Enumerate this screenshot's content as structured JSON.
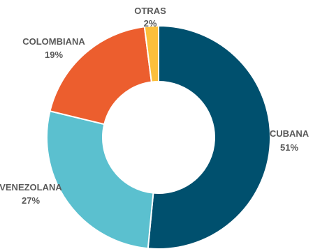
{
  "chart_data": {
    "type": "pie",
    "donut": true,
    "categories": [
      "CUBANA",
      "VENEZOLANA",
      "COLOMBIANA",
      "OTRAS"
    ],
    "values": [
      51,
      27,
      19,
      2
    ],
    "value_labels": [
      "51%",
      "27%",
      "19%",
      "2%"
    ],
    "colors": [
      "#00506e",
      "#5bc0cf",
      "#ec5e2e",
      "#fcbf3b"
    ],
    "legend": "none",
    "grid": false
  }
}
